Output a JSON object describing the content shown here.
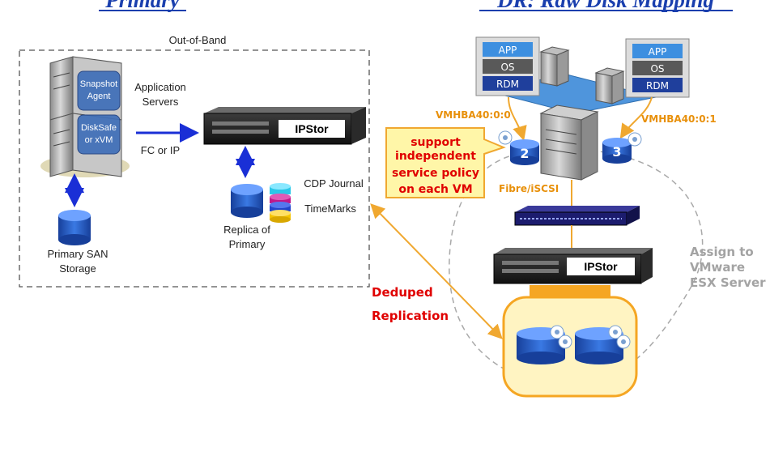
{
  "primary": {
    "title": "Primary",
    "band_label": "Out-of-Band",
    "snapshot_agent": [
      "Snapshot",
      "Agent"
    ],
    "disksafe": [
      "DiskSafe",
      "or xVM"
    ],
    "app_servers": [
      "Application",
      "Servers"
    ],
    "link_label": "FC or IP",
    "ipstor": "IPStor",
    "cdp_journal": "CDP Journal",
    "timemarks": "TimeMarks",
    "replica": [
      "Replica of",
      "Primary"
    ],
    "san": [
      "Primary SAN",
      "Storage"
    ]
  },
  "replication": [
    "Deduped",
    "Replication"
  ],
  "dr": {
    "title": "DR: Raw Disk Mapping",
    "vm_left": [
      "APP",
      "OS",
      "RDM"
    ],
    "vm_right": [
      "APP",
      "OS",
      "RDM"
    ],
    "vmhba_left": "VMHBA40:0:0",
    "vmhba_right": "VMHBA40:0:1",
    "callout": [
      "support",
      "independent",
      "service policy",
      "on each VM"
    ],
    "disk_left": "2",
    "disk_right": "3",
    "fabric": "Fibre/iSCSI",
    "ipstor": "IPStor",
    "assign": [
      "Assign to",
      "VMware",
      "ESX Server"
    ]
  },
  "colors": {
    "title_blue": "#1a3fae",
    "disk_blue": "#1e5fcf",
    "orange": "#f0a830",
    "vm_panel_blue": "#3d8fe0",
    "callout_fill": "#fff6a8",
    "deduped_red": "#e00000"
  }
}
